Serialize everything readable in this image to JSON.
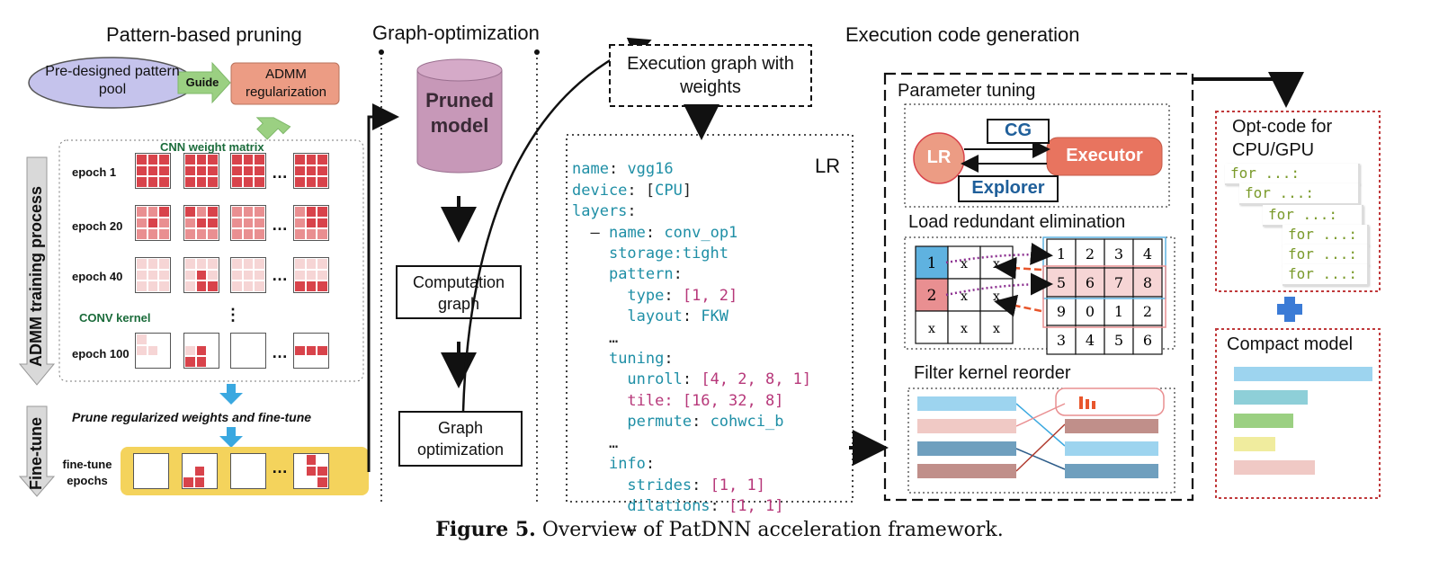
{
  "sections": {
    "pruning": "Pattern-based pruning",
    "graph": "Graph-optimization",
    "codegen": "Execution code generation"
  },
  "pruning": {
    "pool": "Pre-designed pattern pool",
    "guide": "Guide",
    "admm": "ADMM regularization",
    "matrix_title": "CNN weight matrix",
    "epochs": [
      "epoch 1",
      "epoch 20",
      "epoch 40",
      "epoch 100"
    ],
    "ellipsis": "…",
    "vdots": "⋮",
    "conv_kernel": "CONV kernel",
    "admm_side": "ADMM training process",
    "finetune_side": "Fine-tune",
    "prune_caption": "Prune regularized weights and fine-tune",
    "finetune_epochs": "fine-tune epochs"
  },
  "graph": {
    "pruned_model": "Pruned model",
    "computation_graph": "Computation graph",
    "graph_optimization": "Graph optimization"
  },
  "exec_graph": "Execution graph with weights",
  "lr_label": "LR",
  "code": {
    "name_k": "name",
    "name_v": "vgg16",
    "device_k": "device",
    "device_v": "CPU",
    "layers_k": "layers",
    "l_name_k": "name",
    "l_name_v": "conv_op1",
    "storage": "storage:tight",
    "pattern_k": "pattern",
    "type_k": "type",
    "type_v": "[1, 2]",
    "layout_k": "layout",
    "layout_v": "FKW",
    "dots": "…",
    "tuning_k": "tuning",
    "unroll_k": "unroll",
    "unroll_v": "[4, 2, 8, 1]",
    "tile_v": "tile: [16, 32, 8]",
    "permute_k": "permute",
    "permute_v": "cohwci_b",
    "info_k": "info",
    "strides_k": "strides",
    "strides_v": "[1, 1]",
    "dilations_k": "dilations",
    "dilations_v": "[1, 1]"
  },
  "tuning": {
    "title": "Parameter tuning",
    "cg": "CG",
    "lr": "LR",
    "executor": "Executor",
    "explorer": "Explorer"
  },
  "lre": {
    "title": "Load redundant elimination",
    "left_grid": [
      [
        "1",
        "x",
        "x"
      ],
      [
        "2",
        "x",
        "x"
      ],
      [
        "x",
        "x",
        "x"
      ]
    ],
    "right_grid": [
      [
        "1",
        "2",
        "3",
        "4"
      ],
      [
        "5",
        "6",
        "7",
        "8"
      ],
      [
        "9",
        "0",
        "1",
        "2"
      ],
      [
        "3",
        "4",
        "5",
        "6"
      ]
    ]
  },
  "fkr": {
    "title": "Filter kernel reorder"
  },
  "opt_code": {
    "title": "Opt-code for CPU/GPU",
    "lines": [
      "for ...:",
      "for ...:",
      "for ...:",
      "for ...:",
      "for ...:",
      "for ...:"
    ]
  },
  "compact": {
    "title": "Compact model",
    "plus": "+"
  },
  "caption": {
    "label": "Figure 5.",
    "text": " Overview of PatDNN acceleration framework."
  },
  "colors": {
    "red_dark": "#d8434b",
    "red_mid": "#e98f91",
    "red_light": "#f6d5d5",
    "ellipse": "#c5c3ec",
    "admm": "#ec9c84",
    "green": "#9bd082",
    "cylinder": "#c798b8",
    "yellow": "#f4d35c",
    "executor": "#e8745f",
    "key": "#1f8fa6",
    "value": "#b7387a",
    "dashed_red": "#c0393b",
    "bar_blue": "#9dd4ef",
    "bar_pink": "#f0c9c5",
    "bar_steel": "#6f9fbe",
    "bar_mauve": "#c08f8a",
    "code_green": "#7a9a2a"
  }
}
